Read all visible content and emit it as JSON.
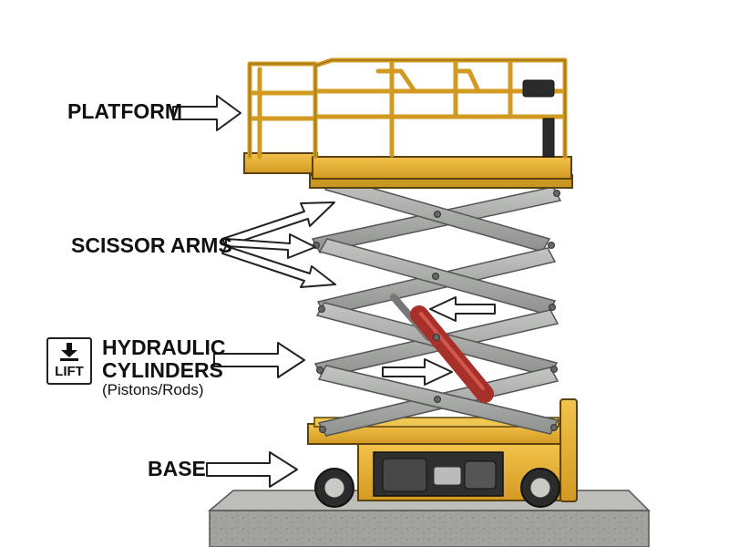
{
  "labels": {
    "platform": "PLATFORM",
    "scissor_arms": "SCISSOR ARMS",
    "hydraulic_line1": "HYDRAULIC",
    "hydraulic_line2": "CYLINDERS",
    "hydraulic_sub": "(Pistons/Rods)",
    "base": "BASE"
  },
  "lift_icon": {
    "text": "LIFT",
    "icon": "down-arrow-bar-icon"
  },
  "colors": {
    "frame_yellow": "#e8b43a",
    "frame_dark": "#b88a22",
    "arm_gray": "#a7a9a6",
    "cylinder_red": "#b5332b",
    "concrete": "#9c9c98"
  }
}
